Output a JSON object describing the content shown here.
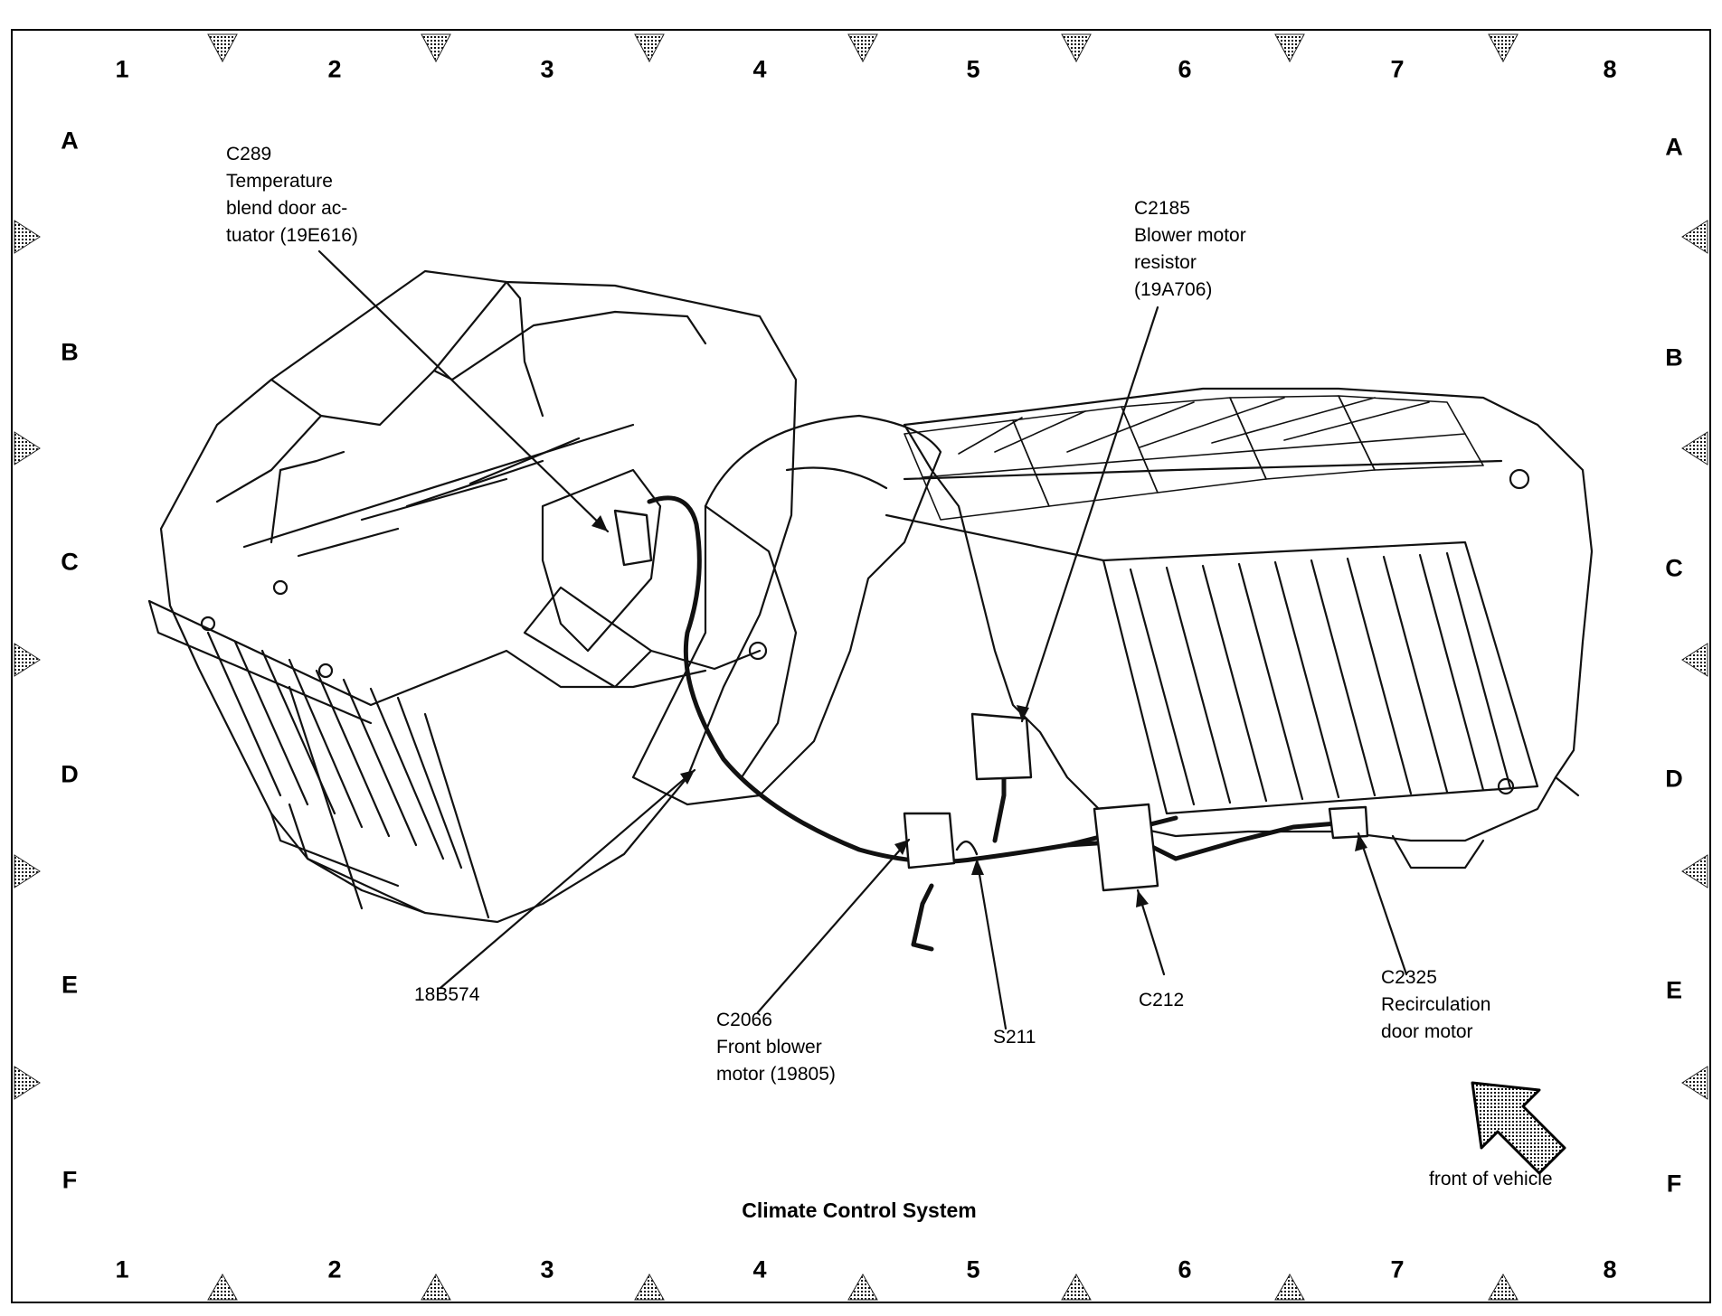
{
  "grid": {
    "columns": [
      "1",
      "2",
      "3",
      "4",
      "5",
      "6",
      "7",
      "8"
    ],
    "rows": [
      "A",
      "B",
      "C",
      "D",
      "E",
      "F"
    ]
  },
  "callouts": {
    "c289": [
      "C289",
      "Temperature",
      "blend door ac-",
      "tuator (19E616)"
    ],
    "c2185": [
      "C2185",
      "Blower motor",
      "resistor",
      "(19A706)"
    ],
    "harness": [
      "18B574"
    ],
    "c2066": [
      "C2066",
      "Front blower",
      "motor (19805)"
    ],
    "s211": [
      "S211"
    ],
    "c212": [
      "C212"
    ],
    "c2325": [
      "C2325",
      "Recirculation",
      "door motor"
    ]
  },
  "front_label": "front of vehicle",
  "title": "Climate Control System"
}
